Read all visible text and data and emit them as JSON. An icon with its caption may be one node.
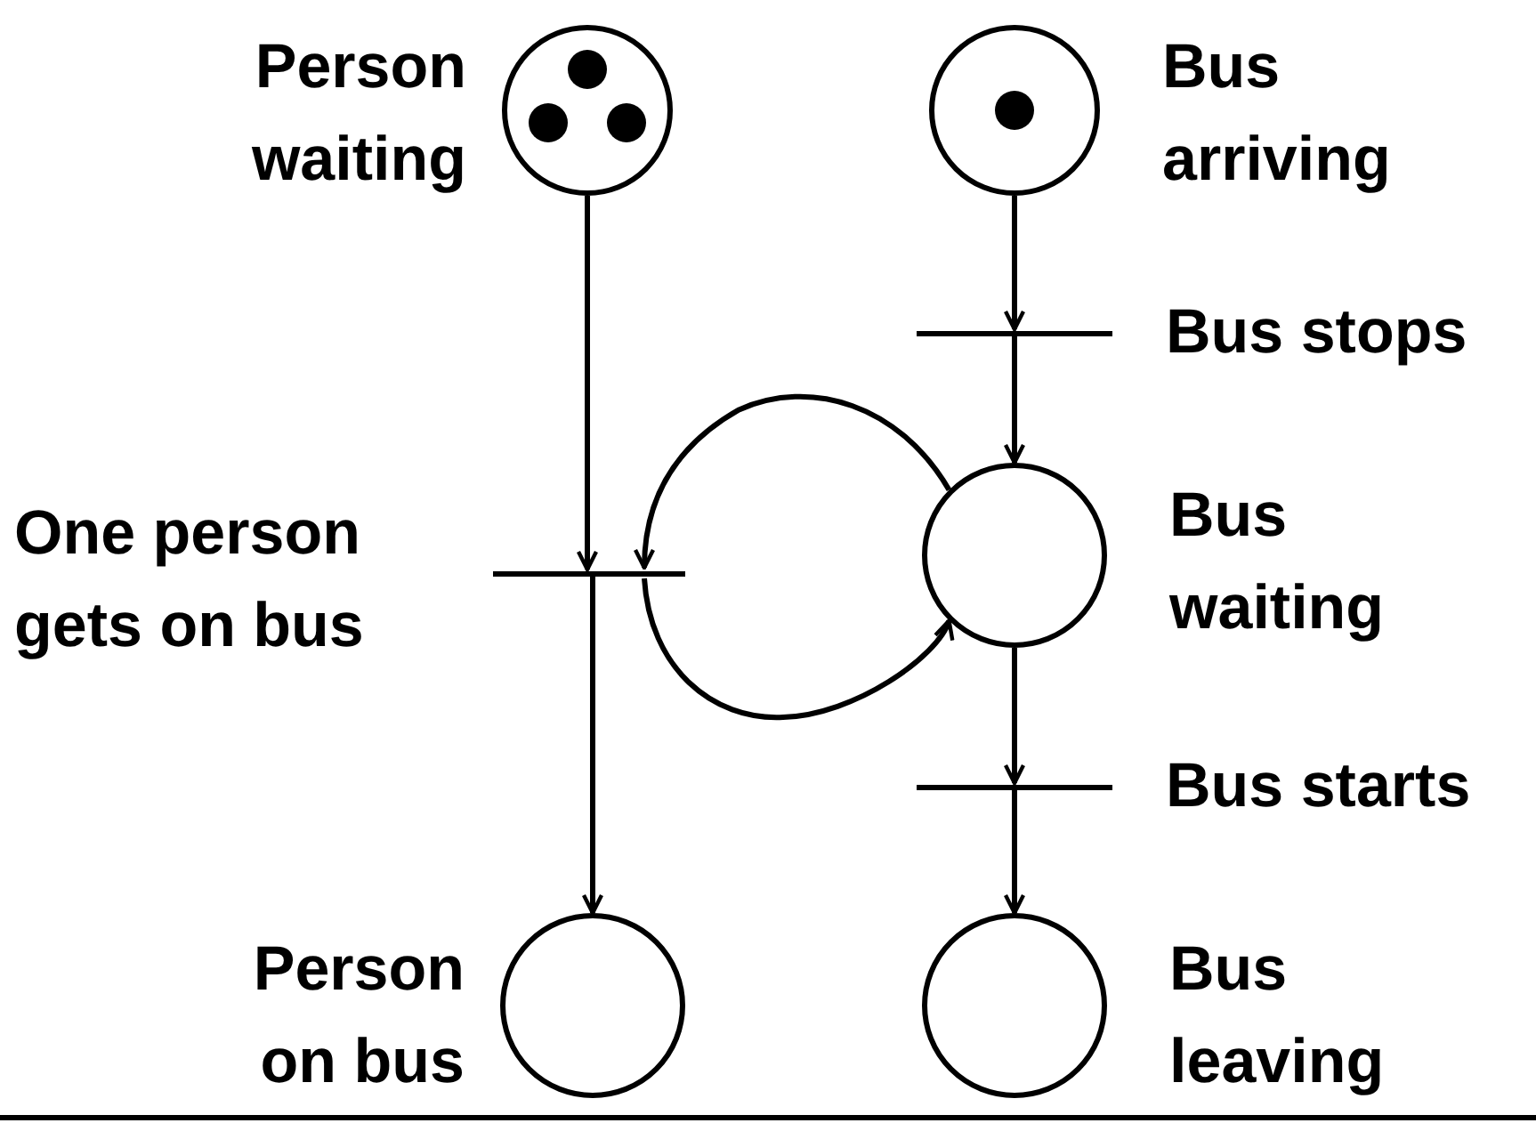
{
  "diagram": {
    "nodes": [
      {
        "text": [],
        "shape": "circle",
        "beside": [
          "Person waiting"
        ]
      },
      {
        "text": [],
        "shape": "circle",
        "beside": [
          "Bus arriving"
        ]
      },
      {
        "text": [],
        "shape": "bar",
        "beside": [
          "Bus stops"
        ]
      },
      {
        "text": [],
        "shape": "bar",
        "beside": [
          "One person gets on bus"
        ]
      },
      {
        "text": [],
        "shape": "circle",
        "beside": [
          "Bus waiting"
        ]
      },
      {
        "text": [],
        "shape": "bar",
        "beside": [
          "Bus starts"
        ]
      },
      {
        "text": [],
        "shape": "circle",
        "beside": [
          "Person on bus"
        ]
      },
      {
        "text": [],
        "shape": "circle",
        "beside": [
          "Bus leaving"
        ]
      }
    ],
    "edges": [
      {
        "from": 0,
        "to": 3,
        "arrow": "to"
      },
      {
        "from": 1,
        "to": 2,
        "arrow": "to"
      },
      {
        "from": 2,
        "to": 4,
        "arrow": "to"
      },
      {
        "from": 4,
        "to": 3,
        "arrow": "to"
      },
      {
        "from": 3,
        "to": 4,
        "arrow": "to"
      },
      {
        "from": 3,
        "to": 6,
        "arrow": "to"
      },
      {
        "from": 4,
        "to": 5,
        "arrow": "to"
      },
      {
        "from": 5,
        "to": 7,
        "arrow": "to"
      }
    ]
  }
}
